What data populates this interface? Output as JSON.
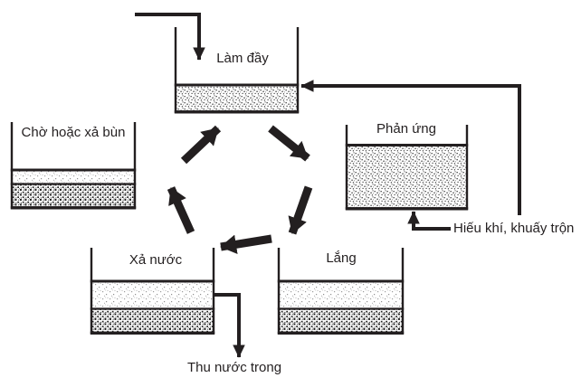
{
  "diagram": {
    "tanks": {
      "fill": {
        "label": "Làm đầy"
      },
      "react": {
        "label": "Phản ứng"
      },
      "settle": {
        "label": "Lắng"
      },
      "decant": {
        "label": "Xả nước"
      },
      "idle": {
        "label": "Chờ hoặc xả bùn"
      }
    },
    "annotations": {
      "aeration": "Hiếu khí, khuấy trộn",
      "effluent": "Thu nước trong"
    },
    "flow": {
      "cycle_order": [
        "Làm đầy",
        "Phản ứng",
        "Lắng",
        "Xả nước",
        "Chờ hoặc xả bùn"
      ]
    },
    "colors": {
      "ink": "#231f20",
      "background": "#ffffff"
    }
  }
}
